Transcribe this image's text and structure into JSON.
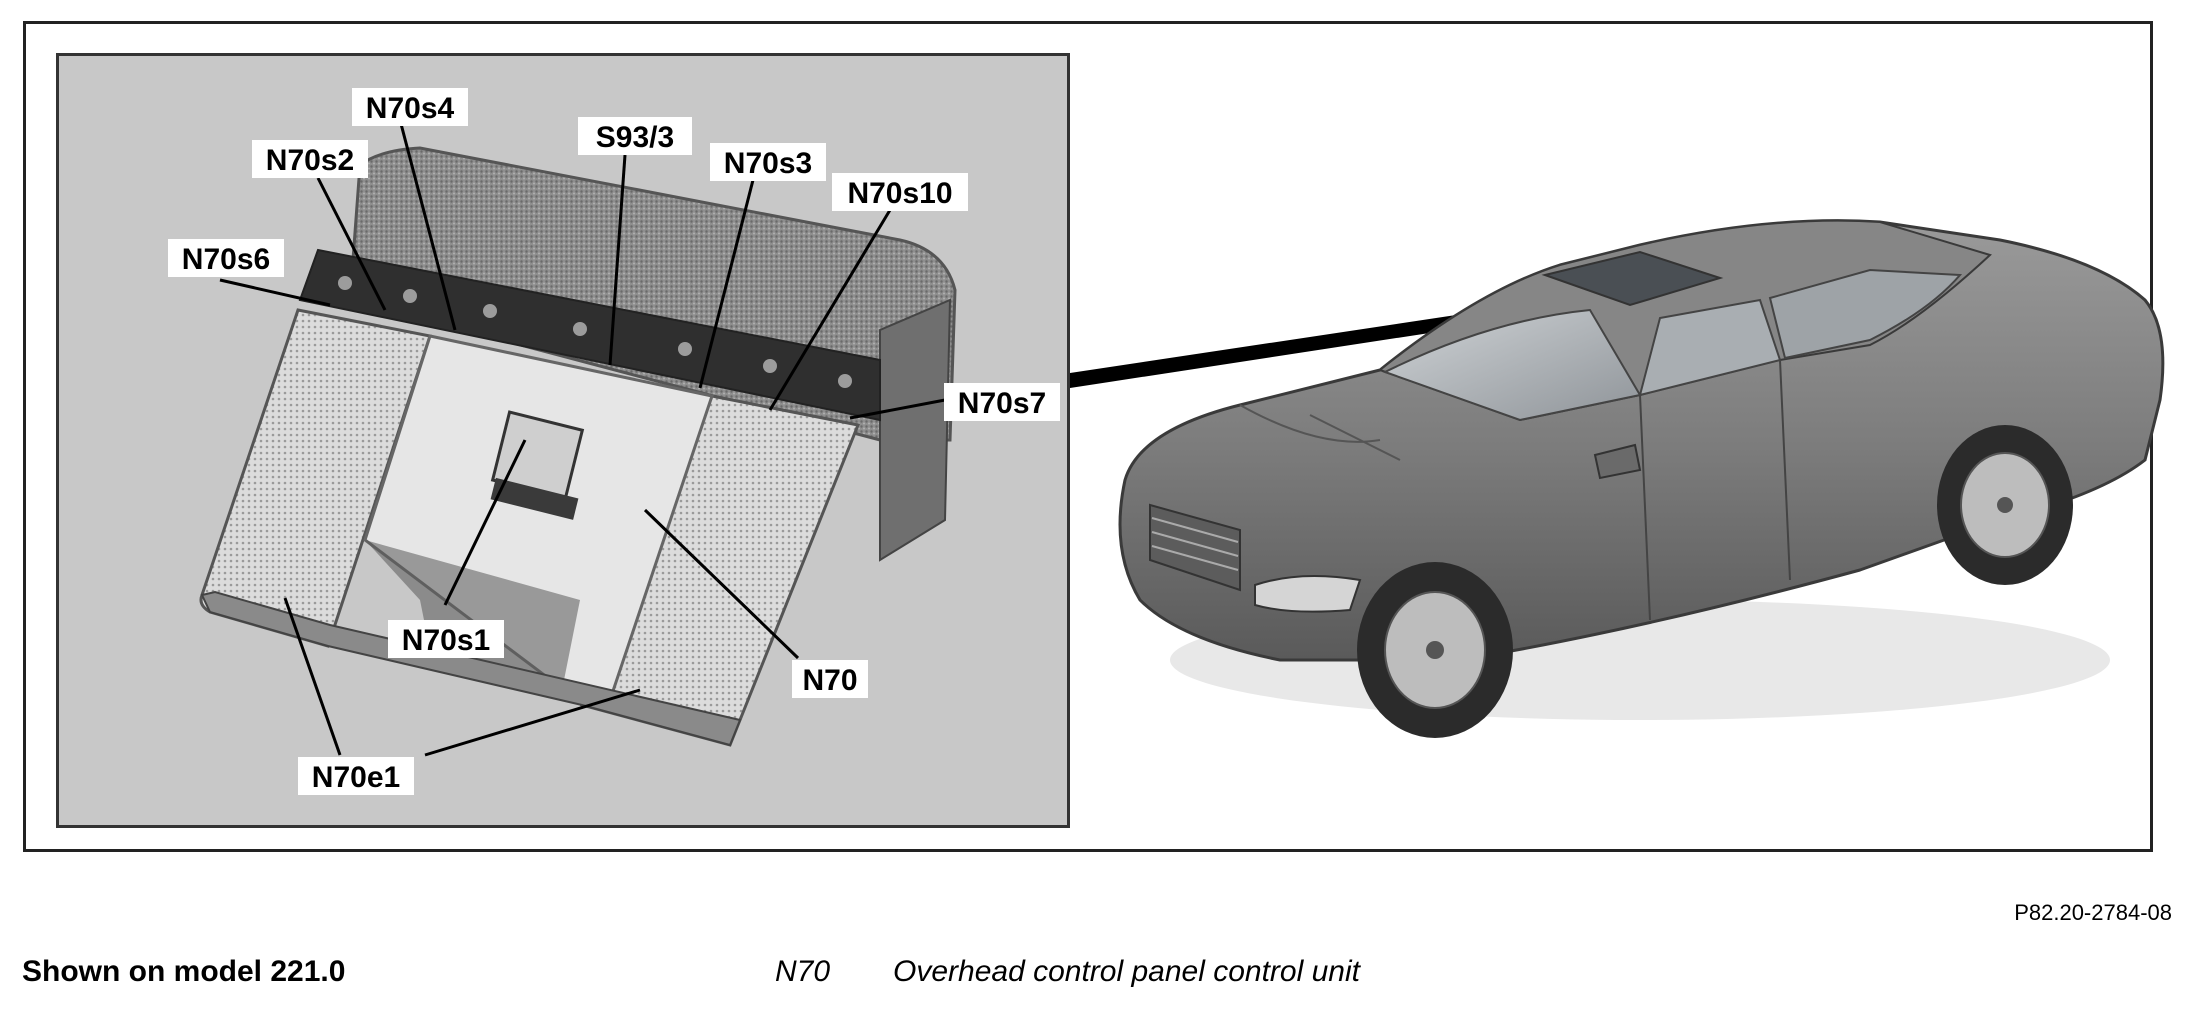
{
  "figure": {
    "callouts": [
      {
        "id": "n70s4",
        "label": "N70s4"
      },
      {
        "id": "n70s2",
        "label": "N70s2"
      },
      {
        "id": "s93-3",
        "label": "S93/3"
      },
      {
        "id": "n70s3",
        "label": "N70s3"
      },
      {
        "id": "n70s10",
        "label": "N70s10"
      },
      {
        "id": "n70s6",
        "label": "N70s6"
      },
      {
        "id": "n70s7",
        "label": "N70s7"
      },
      {
        "id": "n70s1",
        "label": "N70s1"
      },
      {
        "id": "n70",
        "label": "N70"
      },
      {
        "id": "n70e1",
        "label": "N70e1"
      }
    ],
    "code": "P82.20-2784-08"
  },
  "caption": {
    "model_note": "Shown on model 221.0",
    "legend": [
      {
        "code": "N70",
        "description": "Overhead control panel control unit"
      }
    ]
  }
}
